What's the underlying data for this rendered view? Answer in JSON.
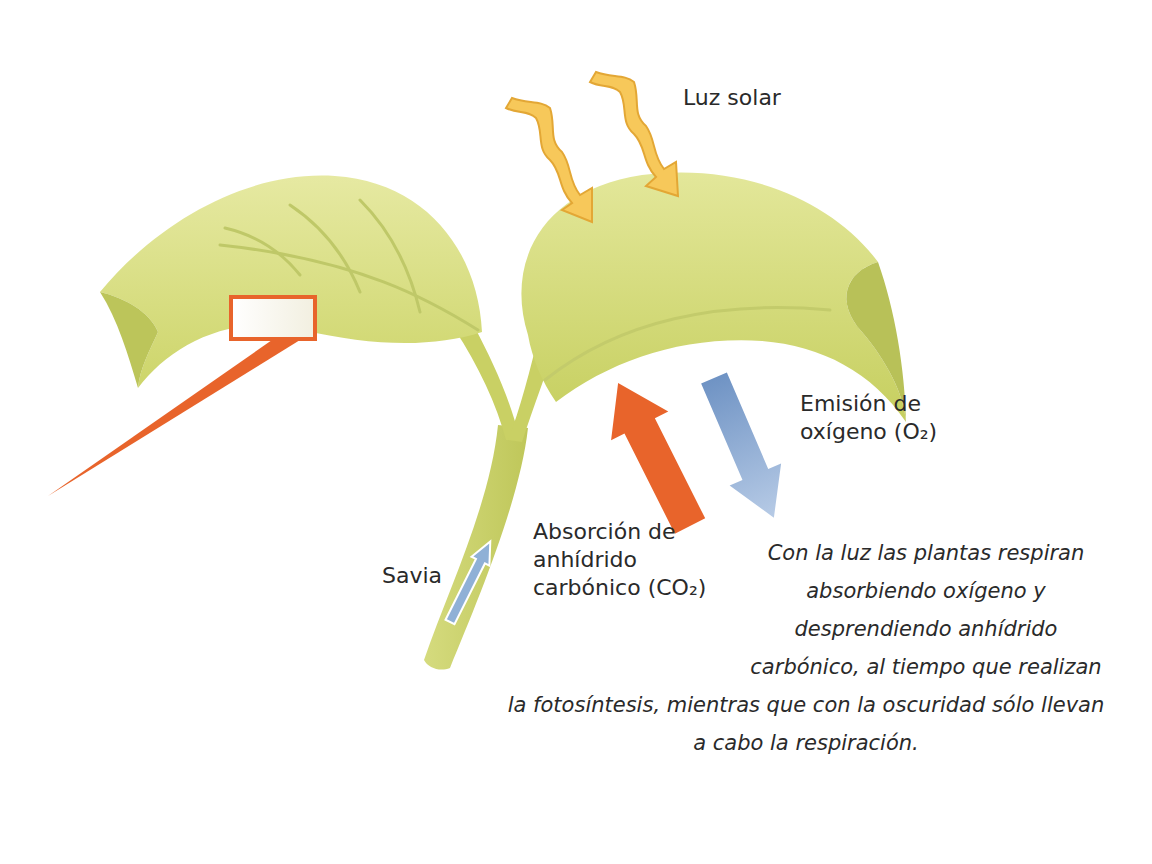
{
  "diagram": {
    "labels": [
      "Luz solar",
      "Emisión de oxígeno (O₂)",
      "Absorción de anhídrido carbónico (CO₂)",
      "Savia",
      "Con la luz las plantas respiran absorbiendo oxígeno y desprendiendo anhídrido carbónico, al tiempo que realizan la fotosíntesis, mientras que con la oscuridad sólo llevan a cabo la respiración."
    ]
  }
}
